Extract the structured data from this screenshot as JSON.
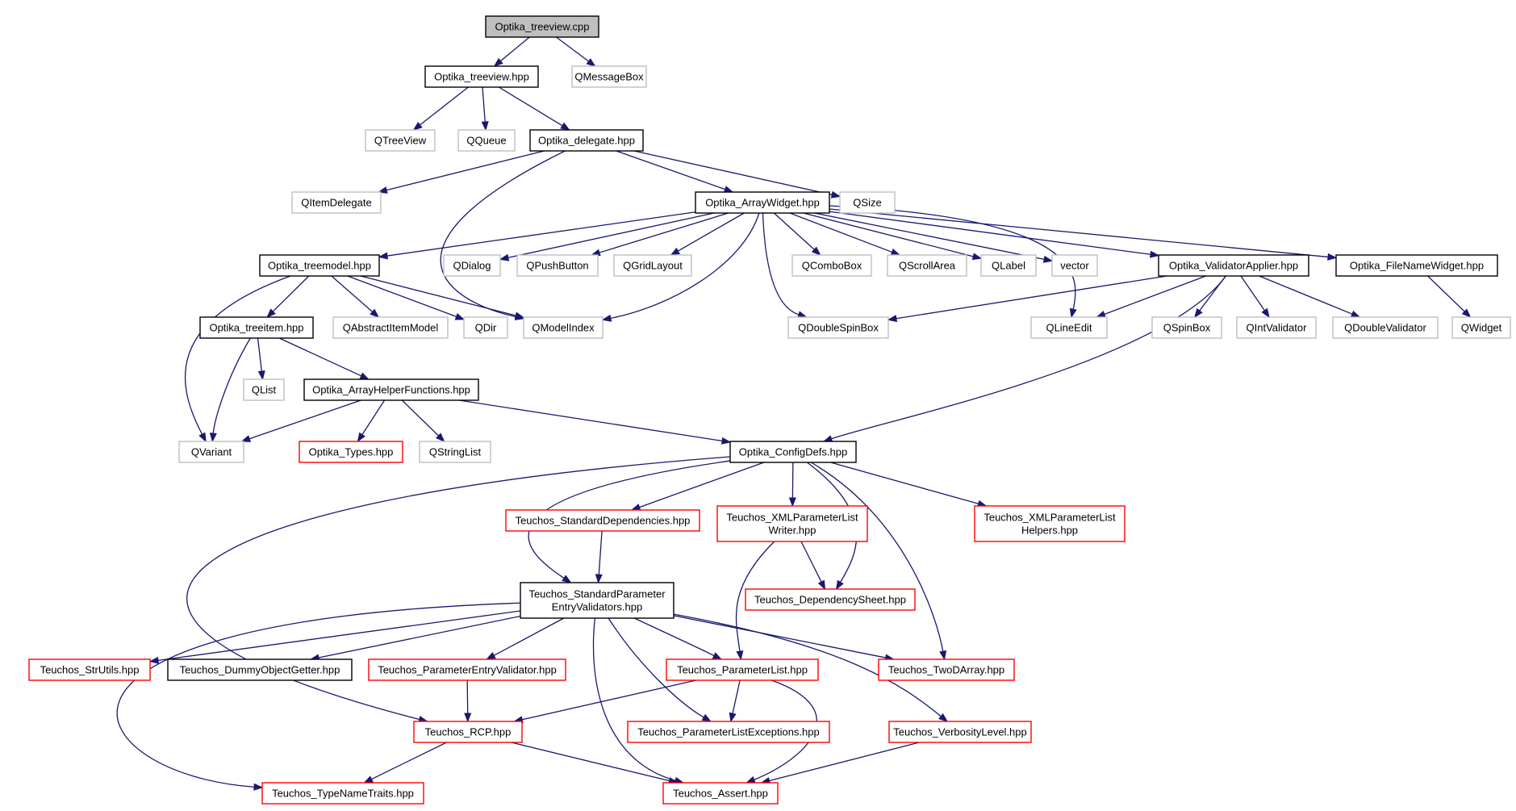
{
  "graph_title": "Optika_treeview.cpp",
  "nodes": [
    {
      "id": "n0",
      "lines": [
        "Optika_treeview.cpp"
      ],
      "kind": "root"
    },
    {
      "id": "n1",
      "lines": [
        "Optika_treeview.hpp"
      ],
      "kind": "documented"
    },
    {
      "id": "n2",
      "lines": [
        "QMessageBox"
      ],
      "kind": "external"
    },
    {
      "id": "n3",
      "lines": [
        "QTreeView"
      ],
      "kind": "external"
    },
    {
      "id": "n4",
      "lines": [
        "QQueue"
      ],
      "kind": "external"
    },
    {
      "id": "n5",
      "lines": [
        "Optika_delegate.hpp"
      ],
      "kind": "documented"
    },
    {
      "id": "n6",
      "lines": [
        "QItemDelegate"
      ],
      "kind": "external"
    },
    {
      "id": "n7",
      "lines": [
        "Optika_ArrayWidget.hpp"
      ],
      "kind": "documented"
    },
    {
      "id": "n8",
      "lines": [
        "QSize"
      ],
      "kind": "external"
    },
    {
      "id": "n9",
      "lines": [
        "Optika_treemodel.hpp"
      ],
      "kind": "documented"
    },
    {
      "id": "n10",
      "lines": [
        "QDialog"
      ],
      "kind": "external"
    },
    {
      "id": "n11",
      "lines": [
        "QPushButton"
      ],
      "kind": "external"
    },
    {
      "id": "n12",
      "lines": [
        "QGridLayout"
      ],
      "kind": "external"
    },
    {
      "id": "n13",
      "lines": [
        "QComboBox"
      ],
      "kind": "external"
    },
    {
      "id": "n14",
      "lines": [
        "QScrollArea"
      ],
      "kind": "external"
    },
    {
      "id": "n15",
      "lines": [
        "QLabel"
      ],
      "kind": "external"
    },
    {
      "id": "n16",
      "lines": [
        "vector"
      ],
      "kind": "external"
    },
    {
      "id": "n17",
      "lines": [
        "Optika_ValidatorApplier.hpp"
      ],
      "kind": "documented"
    },
    {
      "id": "n18",
      "lines": [
        "Optika_FileNameWidget.hpp"
      ],
      "kind": "documented"
    },
    {
      "id": "n19",
      "lines": [
        "Optika_treeitem.hpp"
      ],
      "kind": "documented"
    },
    {
      "id": "n20",
      "lines": [
        "QAbstractItemModel"
      ],
      "kind": "external"
    },
    {
      "id": "n21",
      "lines": [
        "QDir"
      ],
      "kind": "external"
    },
    {
      "id": "n22",
      "lines": [
        "QModelIndex"
      ],
      "kind": "external"
    },
    {
      "id": "n23",
      "lines": [
        "QDoubleSpinBox"
      ],
      "kind": "external"
    },
    {
      "id": "n24",
      "lines": [
        "QLineEdit"
      ],
      "kind": "external"
    },
    {
      "id": "n25",
      "lines": [
        "QSpinBox"
      ],
      "kind": "external"
    },
    {
      "id": "n26",
      "lines": [
        "QIntValidator"
      ],
      "kind": "external"
    },
    {
      "id": "n27",
      "lines": [
        "QDoubleValidator"
      ],
      "kind": "external"
    },
    {
      "id": "n28",
      "lines": [
        "QWidget"
      ],
      "kind": "external"
    },
    {
      "id": "n29",
      "lines": [
        "QList"
      ],
      "kind": "external"
    },
    {
      "id": "n30",
      "lines": [
        "Optika_ArrayHelperFunctions.hpp"
      ],
      "kind": "documented"
    },
    {
      "id": "n31",
      "lines": [
        "QVariant"
      ],
      "kind": "external"
    },
    {
      "id": "n32",
      "lines": [
        "Optika_Types.hpp"
      ],
      "kind": "truncated"
    },
    {
      "id": "n33",
      "lines": [
        "QStringList"
      ],
      "kind": "external"
    },
    {
      "id": "n34",
      "lines": [
        "Optika_ConfigDefs.hpp"
      ],
      "kind": "documented"
    },
    {
      "id": "n35",
      "lines": [
        "Teuchos_StandardDependencies.hpp"
      ],
      "kind": "truncated"
    },
    {
      "id": "n36",
      "lines": [
        "Teuchos_XMLParameterList",
        "Writer.hpp"
      ],
      "kind": "truncated"
    },
    {
      "id": "n37",
      "lines": [
        "Teuchos_XMLParameterList",
        "Helpers.hpp"
      ],
      "kind": "truncated"
    },
    {
      "id": "n38",
      "lines": [
        "Teuchos_StandardParameter",
        "EntryValidators.hpp"
      ],
      "kind": "documented"
    },
    {
      "id": "n39",
      "lines": [
        "Teuchos_DependencySheet.hpp"
      ],
      "kind": "truncated"
    },
    {
      "id": "n40",
      "lines": [
        "Teuchos_StrUtils.hpp"
      ],
      "kind": "truncated"
    },
    {
      "id": "n41",
      "lines": [
        "Teuchos_DummyObjectGetter.hpp"
      ],
      "kind": "documented"
    },
    {
      "id": "n42",
      "lines": [
        "Teuchos_ParameterEntryValidator.hpp"
      ],
      "kind": "truncated"
    },
    {
      "id": "n43",
      "lines": [
        "Teuchos_ParameterList.hpp"
      ],
      "kind": "truncated"
    },
    {
      "id": "n44",
      "lines": [
        "Teuchos_TwoDArray.hpp"
      ],
      "kind": "truncated"
    },
    {
      "id": "n45",
      "lines": [
        "Teuchos_RCP.hpp"
      ],
      "kind": "truncated"
    },
    {
      "id": "n46",
      "lines": [
        "Teuchos_ParameterListExceptions.hpp"
      ],
      "kind": "truncated"
    },
    {
      "id": "n47",
      "lines": [
        "Teuchos_VerbosityLevel.hpp"
      ],
      "kind": "truncated"
    },
    {
      "id": "n48",
      "lines": [
        "Teuchos_TypeNameTraits.hpp"
      ],
      "kind": "truncated"
    },
    {
      "id": "n49",
      "lines": [
        "Teuchos_Assert.hpp"
      ],
      "kind": "truncated"
    }
  ],
  "edges": [
    [
      "n0",
      "n1"
    ],
    [
      "n0",
      "n2"
    ],
    [
      "n1",
      "n3"
    ],
    [
      "n1",
      "n4"
    ],
    [
      "n1",
      "n5"
    ],
    [
      "n5",
      "n6"
    ],
    [
      "n5",
      "n7"
    ],
    [
      "n5",
      "n8"
    ],
    [
      "n5",
      "n22"
    ],
    [
      "n7",
      "n9"
    ],
    [
      "n7",
      "n10"
    ],
    [
      "n7",
      "n11"
    ],
    [
      "n7",
      "n12"
    ],
    [
      "n7",
      "n22"
    ],
    [
      "n7",
      "n23"
    ],
    [
      "n7",
      "n13"
    ],
    [
      "n7",
      "n14"
    ],
    [
      "n7",
      "n15"
    ],
    [
      "n7",
      "n16"
    ],
    [
      "n7",
      "n24"
    ],
    [
      "n7",
      "n17"
    ],
    [
      "n7",
      "n18"
    ],
    [
      "n9",
      "n31"
    ],
    [
      "n9",
      "n19"
    ],
    [
      "n9",
      "n20"
    ],
    [
      "n9",
      "n21"
    ],
    [
      "n9",
      "n22"
    ],
    [
      "n17",
      "n23"
    ],
    [
      "n17",
      "n24"
    ],
    [
      "n17",
      "n25"
    ],
    [
      "n17",
      "n26"
    ],
    [
      "n17",
      "n27"
    ],
    [
      "n17",
      "n34"
    ],
    [
      "n18",
      "n28"
    ],
    [
      "n19",
      "n29"
    ],
    [
      "n19",
      "n30"
    ],
    [
      "n19",
      "n31"
    ],
    [
      "n30",
      "n31"
    ],
    [
      "n30",
      "n32"
    ],
    [
      "n30",
      "n33"
    ],
    [
      "n30",
      "n34"
    ],
    [
      "n34",
      "n35"
    ],
    [
      "n34",
      "n36"
    ],
    [
      "n34",
      "n37"
    ],
    [
      "n34",
      "n38"
    ],
    [
      "n34",
      "n39"
    ],
    [
      "n34",
      "n44"
    ],
    [
      "n34",
      "n45"
    ],
    [
      "n35",
      "n38"
    ],
    [
      "n36",
      "n39"
    ],
    [
      "n36",
      "n43"
    ],
    [
      "n38",
      "n40"
    ],
    [
      "n38",
      "n41"
    ],
    [
      "n38",
      "n42"
    ],
    [
      "n38",
      "n43"
    ],
    [
      "n38",
      "n44"
    ],
    [
      "n38",
      "n46"
    ],
    [
      "n38",
      "n47"
    ],
    [
      "n38",
      "n49"
    ],
    [
      "n38",
      "n48"
    ],
    [
      "n42",
      "n45"
    ],
    [
      "n43",
      "n45"
    ],
    [
      "n43",
      "n46"
    ],
    [
      "n43",
      "n49"
    ],
    [
      "n45",
      "n48"
    ],
    [
      "n45",
      "n49"
    ],
    [
      "n47",
      "n49"
    ]
  ],
  "colors": {
    "edge": "#191970",
    "root_fill": "#bfbfbf",
    "documented_border": "#000000",
    "external_border": "#bfbfbf",
    "truncated_border": "#ff0000"
  }
}
